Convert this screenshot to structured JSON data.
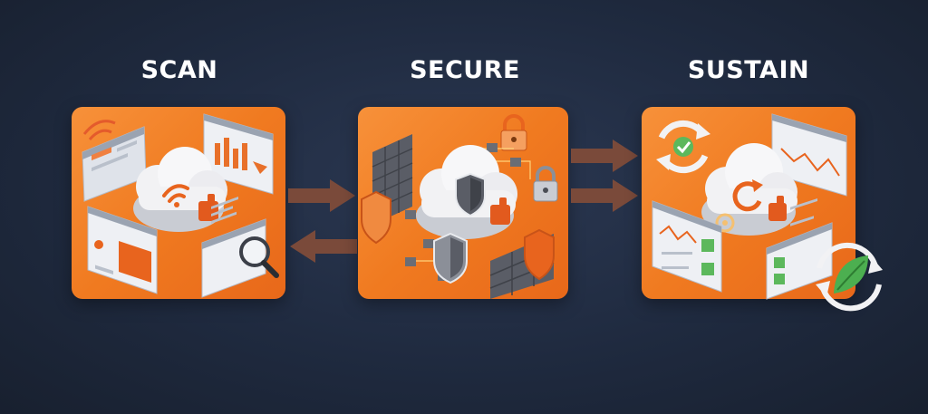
{
  "stages": [
    {
      "title": "SCAN"
    },
    {
      "title": "SECURE"
    },
    {
      "title": "SUSTAIN"
    }
  ],
  "colors": {
    "background": "#1f2a3f",
    "panel": "#f07a20",
    "arrow": "#7a4a3a",
    "cloud": "#f2f2f4",
    "accent_green": "#5cb85c"
  },
  "icons": {
    "scan": [
      "cloud-icon",
      "wifi-signal-icon",
      "thumbs-up-icon",
      "dashboard-window-icon",
      "bar-chart-window-icon",
      "magnifier-icon",
      "media-window-icon"
    ],
    "secure": [
      "cloud-icon",
      "shield-icon",
      "padlock-icon",
      "firewall-icon",
      "network-nodes-icon",
      "thumbs-up-icon"
    ],
    "sustain": [
      "cloud-icon",
      "refresh-icon",
      "line-chart-window-icon",
      "checklist-window-icon",
      "leaf-icon",
      "cycle-arrows-icon"
    ]
  }
}
